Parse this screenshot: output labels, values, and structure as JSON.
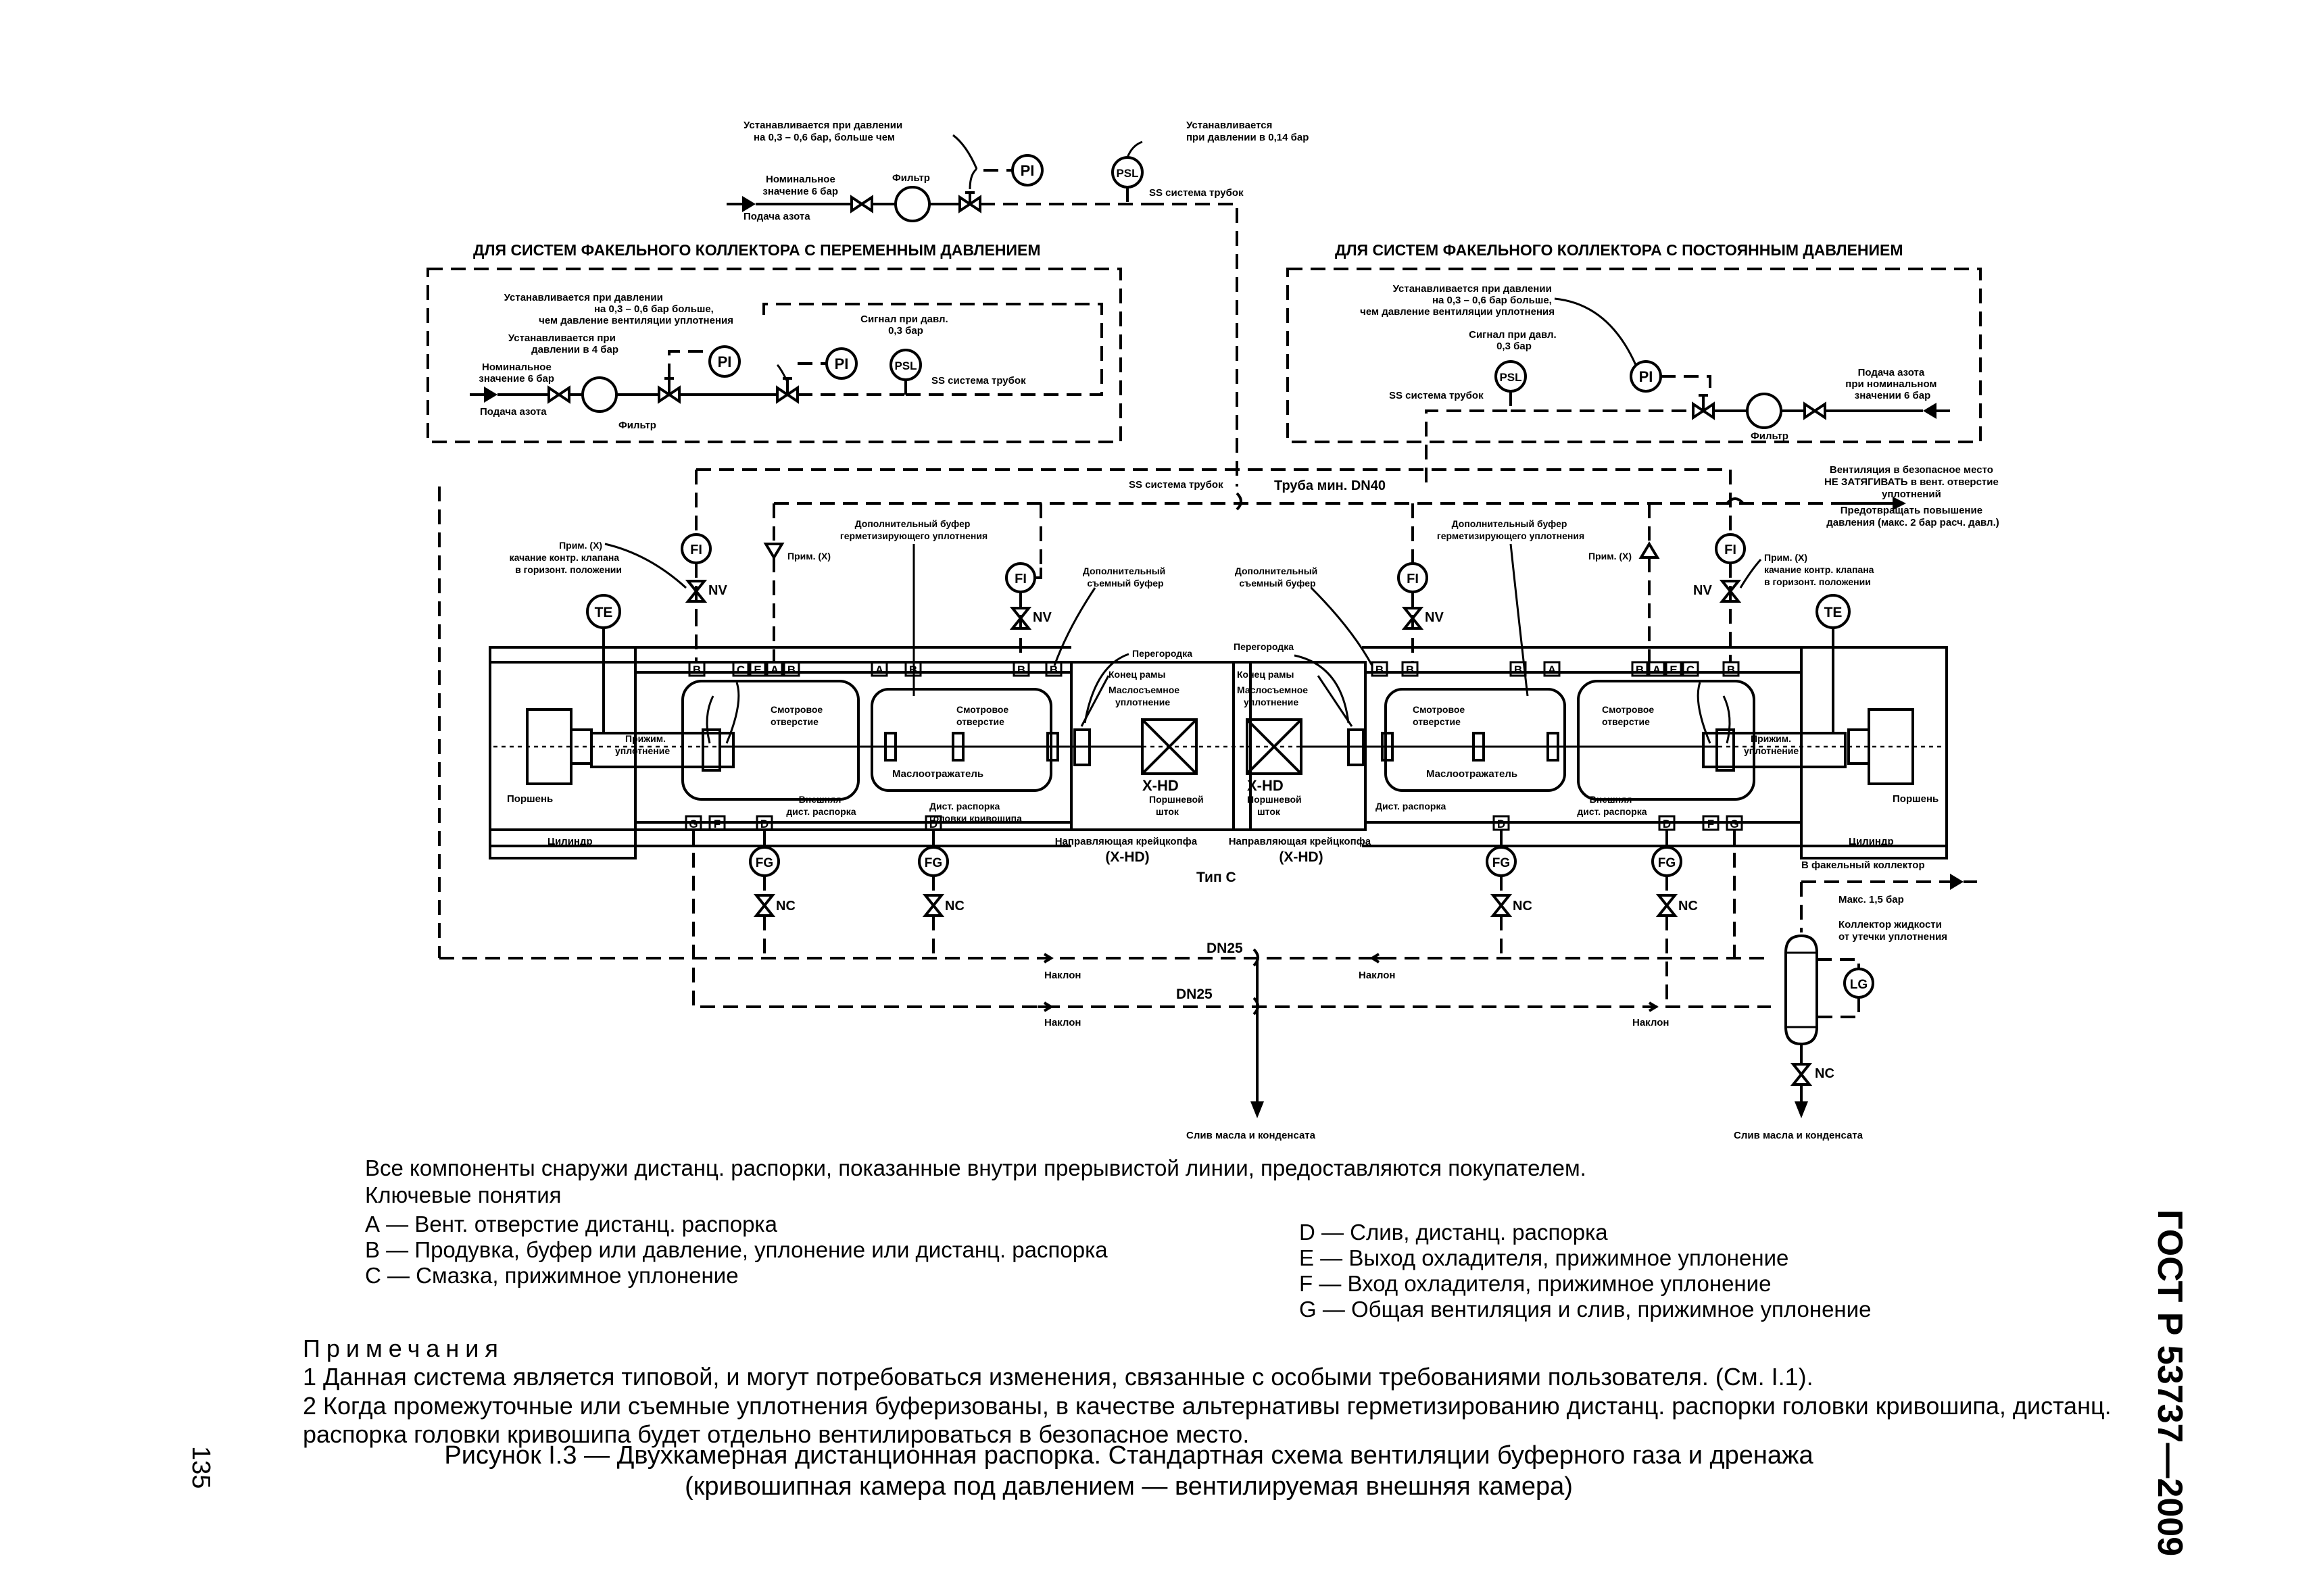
{
  "top": {
    "pi_note": [
      "Устанавливается при давлении",
      "на 0,3 – 0,6 бар, больше чем"
    ],
    "psl_note": [
      "Устанавливается",
      "при давлении в 0,14 бар"
    ],
    "nominal": [
      "Номинальное",
      "значение 6 бар"
    ],
    "filter": "Фильтр",
    "n2_supply": "Подача азота",
    "ss_tubing": "SS система трубок"
  },
  "left_box": {
    "title": "ДЛЯ СИСТЕМ ФАКЕЛЬНОГО КОЛЛЕКТОРА С ПЕРЕМЕННЫМ ДАВЛЕНИЕМ",
    "set_note": [
      "Устанавливается при давлении",
      "на 0,3 – 0,6 бар больше,",
      "чем давление вентиляции уплотнения"
    ],
    "set4": [
      "Устанавливается при",
      "давлении в 4 бар"
    ],
    "nominal": [
      "Номинальное",
      "значение 6 бар"
    ],
    "n2_supply": "Подача азота",
    "filter": "Фильтр",
    "signal": [
      "Сигнал при давл.",
      "0,3 бар"
    ],
    "ss_tubing": "SS система трубок"
  },
  "right_box": {
    "title": "ДЛЯ СИСТЕМ ФАКЕЛЬНОГО КОЛЛЕКТОРА С ПОСТОЯННЫМ ДАВЛЕНИЕМ",
    "set_note": [
      "Устанавливается при давлении",
      "на 0,3 – 0,6 бар больше,",
      "чем давление вентиляции уплотнения"
    ],
    "signal": [
      "Сигнал при давл.",
      "0,3 бар"
    ],
    "ss_tubing": "SS система трубок",
    "n2_supply": [
      "Подача азота",
      "при номинальном",
      "значении 6 бар"
    ],
    "filter": "Фильтр"
  },
  "header_lines": {
    "ss_tubing": "SS система трубок",
    "pipe_min": "Труба мин. DN40",
    "vent_note": [
      "Вентиляция в безопасное место",
      "НЕ ЗАТЯГИВАТЬ в вент. отверстие",
      "уплотнений",
      "Предотвращать повышение",
      "давления (макс. 2 бар расч. давл.)"
    ]
  },
  "instruments": {
    "PI": "PI",
    "PSL": "PSL",
    "FI": "FI",
    "TE": "TE",
    "FG": "FG",
    "LG": "LG",
    "NV": "NV",
    "NC": "NC",
    "XHD": "X-HD"
  },
  "labels": {
    "prim_x": "Прим. (X)",
    "prim_x_valve": [
      "Прим. (X)",
      "качание контр. клапана",
      "в горизонт. положении"
    ],
    "extra_buffer": [
      "Дополнительный буфер",
      "герметизирующего уплотнения"
    ],
    "extra_removable": [
      "Дополнительный",
      "съемный буфер"
    ],
    "partition": "Перегородка",
    "frame_end": "Конец рамы",
    "oil_seal": [
      "Маслосъемное",
      "уплотнение"
    ],
    "sight_hole": [
      "Смотровое",
      "отверстие"
    ],
    "packing": [
      "Прижим.",
      "уплотнение"
    ],
    "oil_deflector": "Маслоотражатель",
    "outer_spacer": [
      "Внешняя",
      "дист. распорка"
    ],
    "crank_spacer": [
      "Дист. распорка",
      "головки кривошипа"
    ],
    "spacer": "Дист. распорка",
    "piston_rod": [
      "Поршневой",
      "шток"
    ],
    "piston": "Поршень",
    "cylinder": "Цилиндр",
    "crosshead_guide": [
      "Направляющая крейцкопфа",
      "(X-HD)"
    ],
    "type_c": "Тип С",
    "to_flare": "В факельный коллектор",
    "max15": "Макс. 1,5 бар",
    "leak_collector": [
      "Коллектор жидкости",
      "от утечки уплотнения"
    ],
    "dn25": "DN25",
    "slope": "Наклон",
    "drain": "Слив масла и конденсата",
    "letters": [
      "A",
      "B",
      "C",
      "D",
      "E",
      "F",
      "G"
    ]
  },
  "intro": "Все компоненты снаружи дистанц. распорки, показанные внутри прерывистой линии, предоставляются покупателем.",
  "key_title": "Ключевые понятия",
  "key_left": [
    "А — Вент. отверстие дистанц. распорка",
    "В — Продувка, буфер или давление, уплонение или дистанц. распорка",
    "С — Смазка, прижимное уплонение"
  ],
  "key_right": [
    "D — Слив, дистанц. распорка",
    "Е — Выход охладителя, прижимное уплонение",
    "F — Вход охладителя, прижимное уплонение",
    "G — Общая вентиляция и слив, прижимное уплонение"
  ],
  "notes_title": "Примечания",
  "note1": "1 Данная система является типовой, и могут потребоваться изменения, связанные с особыми требованиями пользователя. (См. I.1).",
  "note2": "2 Когда промежуточные или съемные уплотнения буферизованы, в качестве альтернативы герметизированию дистанц. распорки головки кривошипа, дистанц. распорка головки кривошипа будет отдельно вентилироваться в безопасное место.",
  "caption_l1": "Рисунок I.3 — Двухкамерная  дистанционная распорка. Стандартная схема вентиляции буферного газа и дренажа",
  "caption_l2": "(кривошипная камера под давлением — вентилируемая внешняя камера)",
  "doc_code": "ГОСТ Р 53737—2009",
  "page_number": "135"
}
